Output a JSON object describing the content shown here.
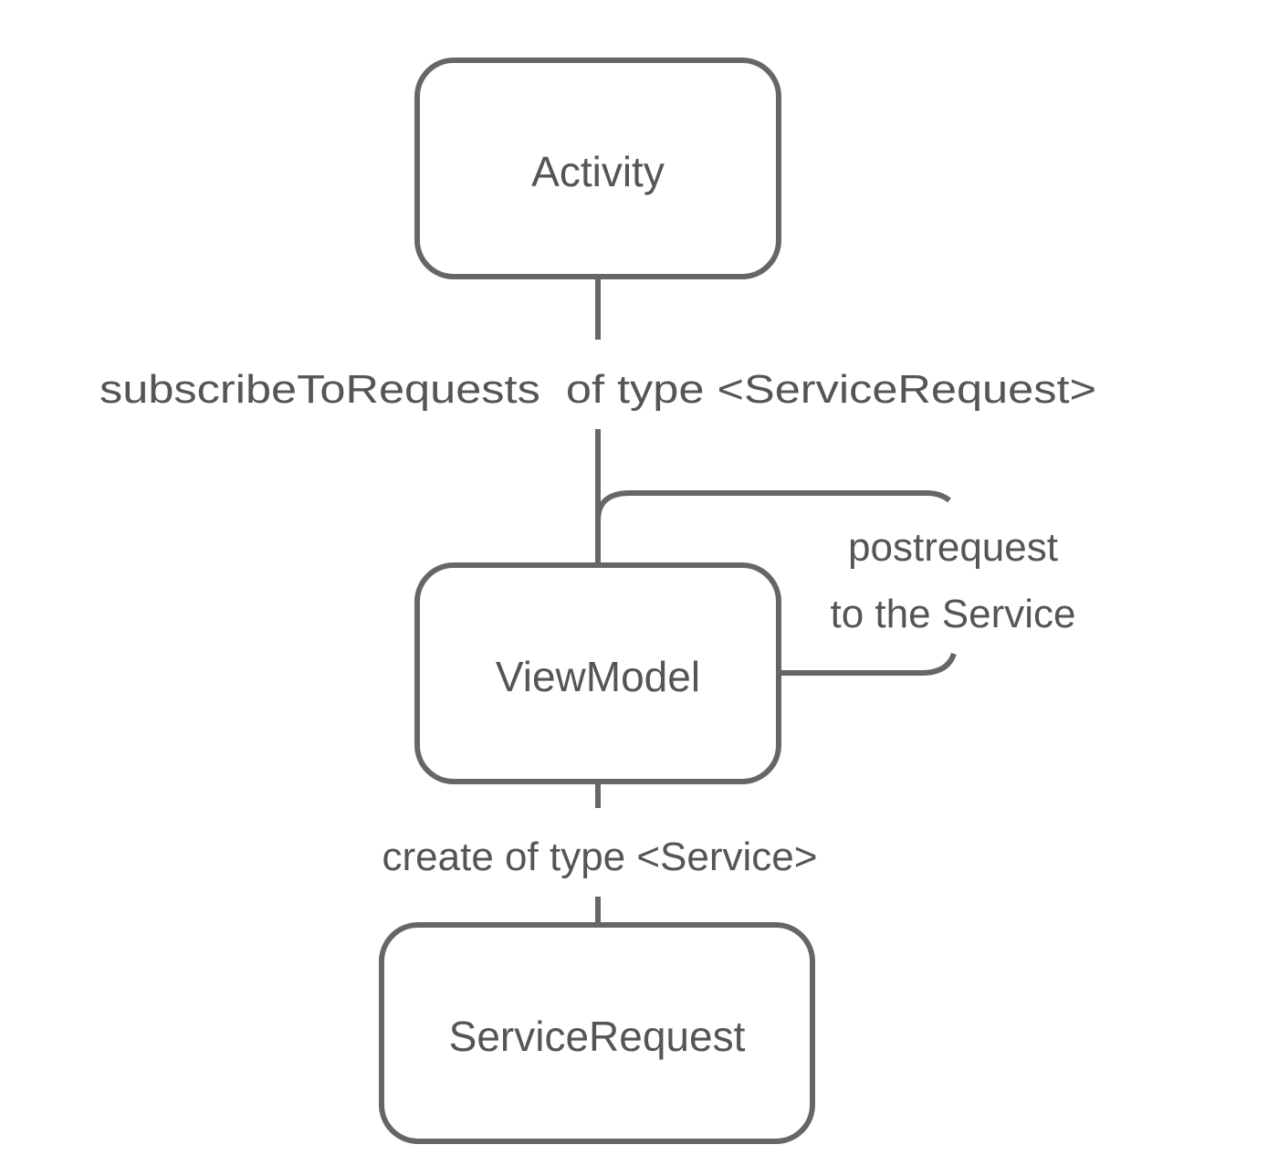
{
  "nodes": {
    "activity": {
      "label": "Activity"
    },
    "viewmodel": {
      "label": "ViewModel"
    },
    "service_request": {
      "label": "ServiceRequest"
    }
  },
  "edges": {
    "subscribe": {
      "label": "subscribeToRequests  of type <ServiceRequest>"
    },
    "post_request": {
      "line1": "postrequest",
      "line2": "to the Service"
    },
    "create": {
      "label": "create of type <Service>"
    }
  },
  "colors": {
    "stroke": "#666666",
    "text": "#555555",
    "background": "#ffffff"
  }
}
